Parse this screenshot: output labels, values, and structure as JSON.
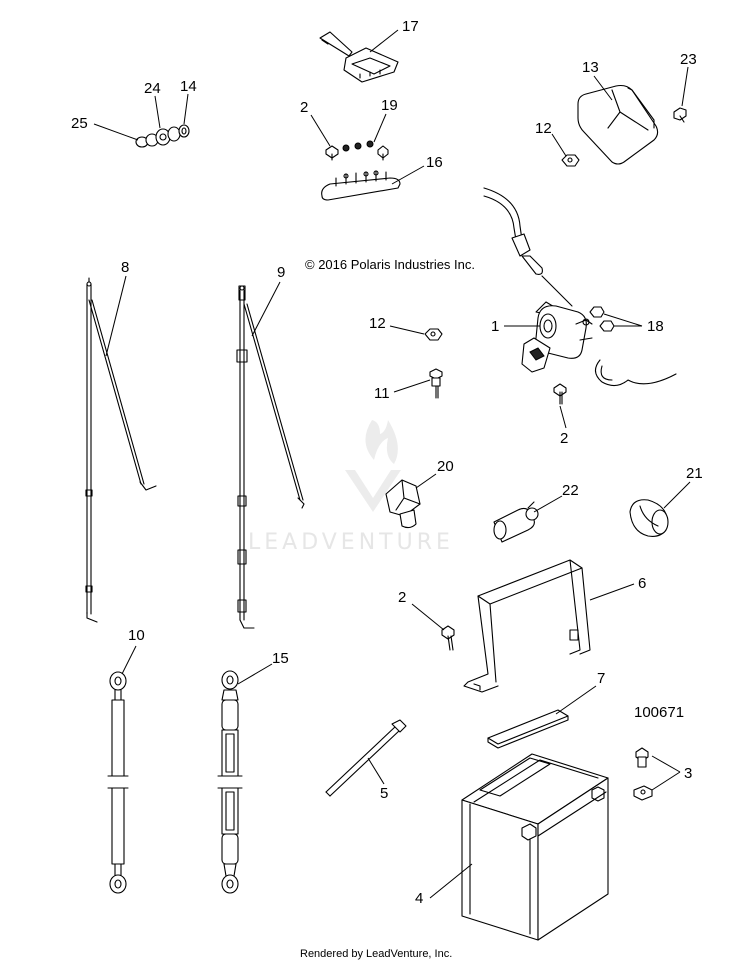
{
  "copyright": "© 2016 Polaris Industries Inc.",
  "figure_number": "100671",
  "footer": "Rendered by LeadVenture, Inc.",
  "watermark": "LEADVENTURE",
  "callouts": {
    "c1": "1",
    "c2a": "2",
    "c2b": "2",
    "c2c": "2",
    "c3": "3",
    "c4": "4",
    "c5": "5",
    "c6": "6",
    "c7": "7",
    "c8": "8",
    "c9": "9",
    "c10": "10",
    "c11": "11",
    "c12a": "12",
    "c12b": "12",
    "c13": "13",
    "c14": "14",
    "c15": "15",
    "c16": "16",
    "c17": "17",
    "c18": "18",
    "c19": "19",
    "c20": "20",
    "c21": "21",
    "c22": "22",
    "c23": "23",
    "c24": "24",
    "c25": "25"
  }
}
